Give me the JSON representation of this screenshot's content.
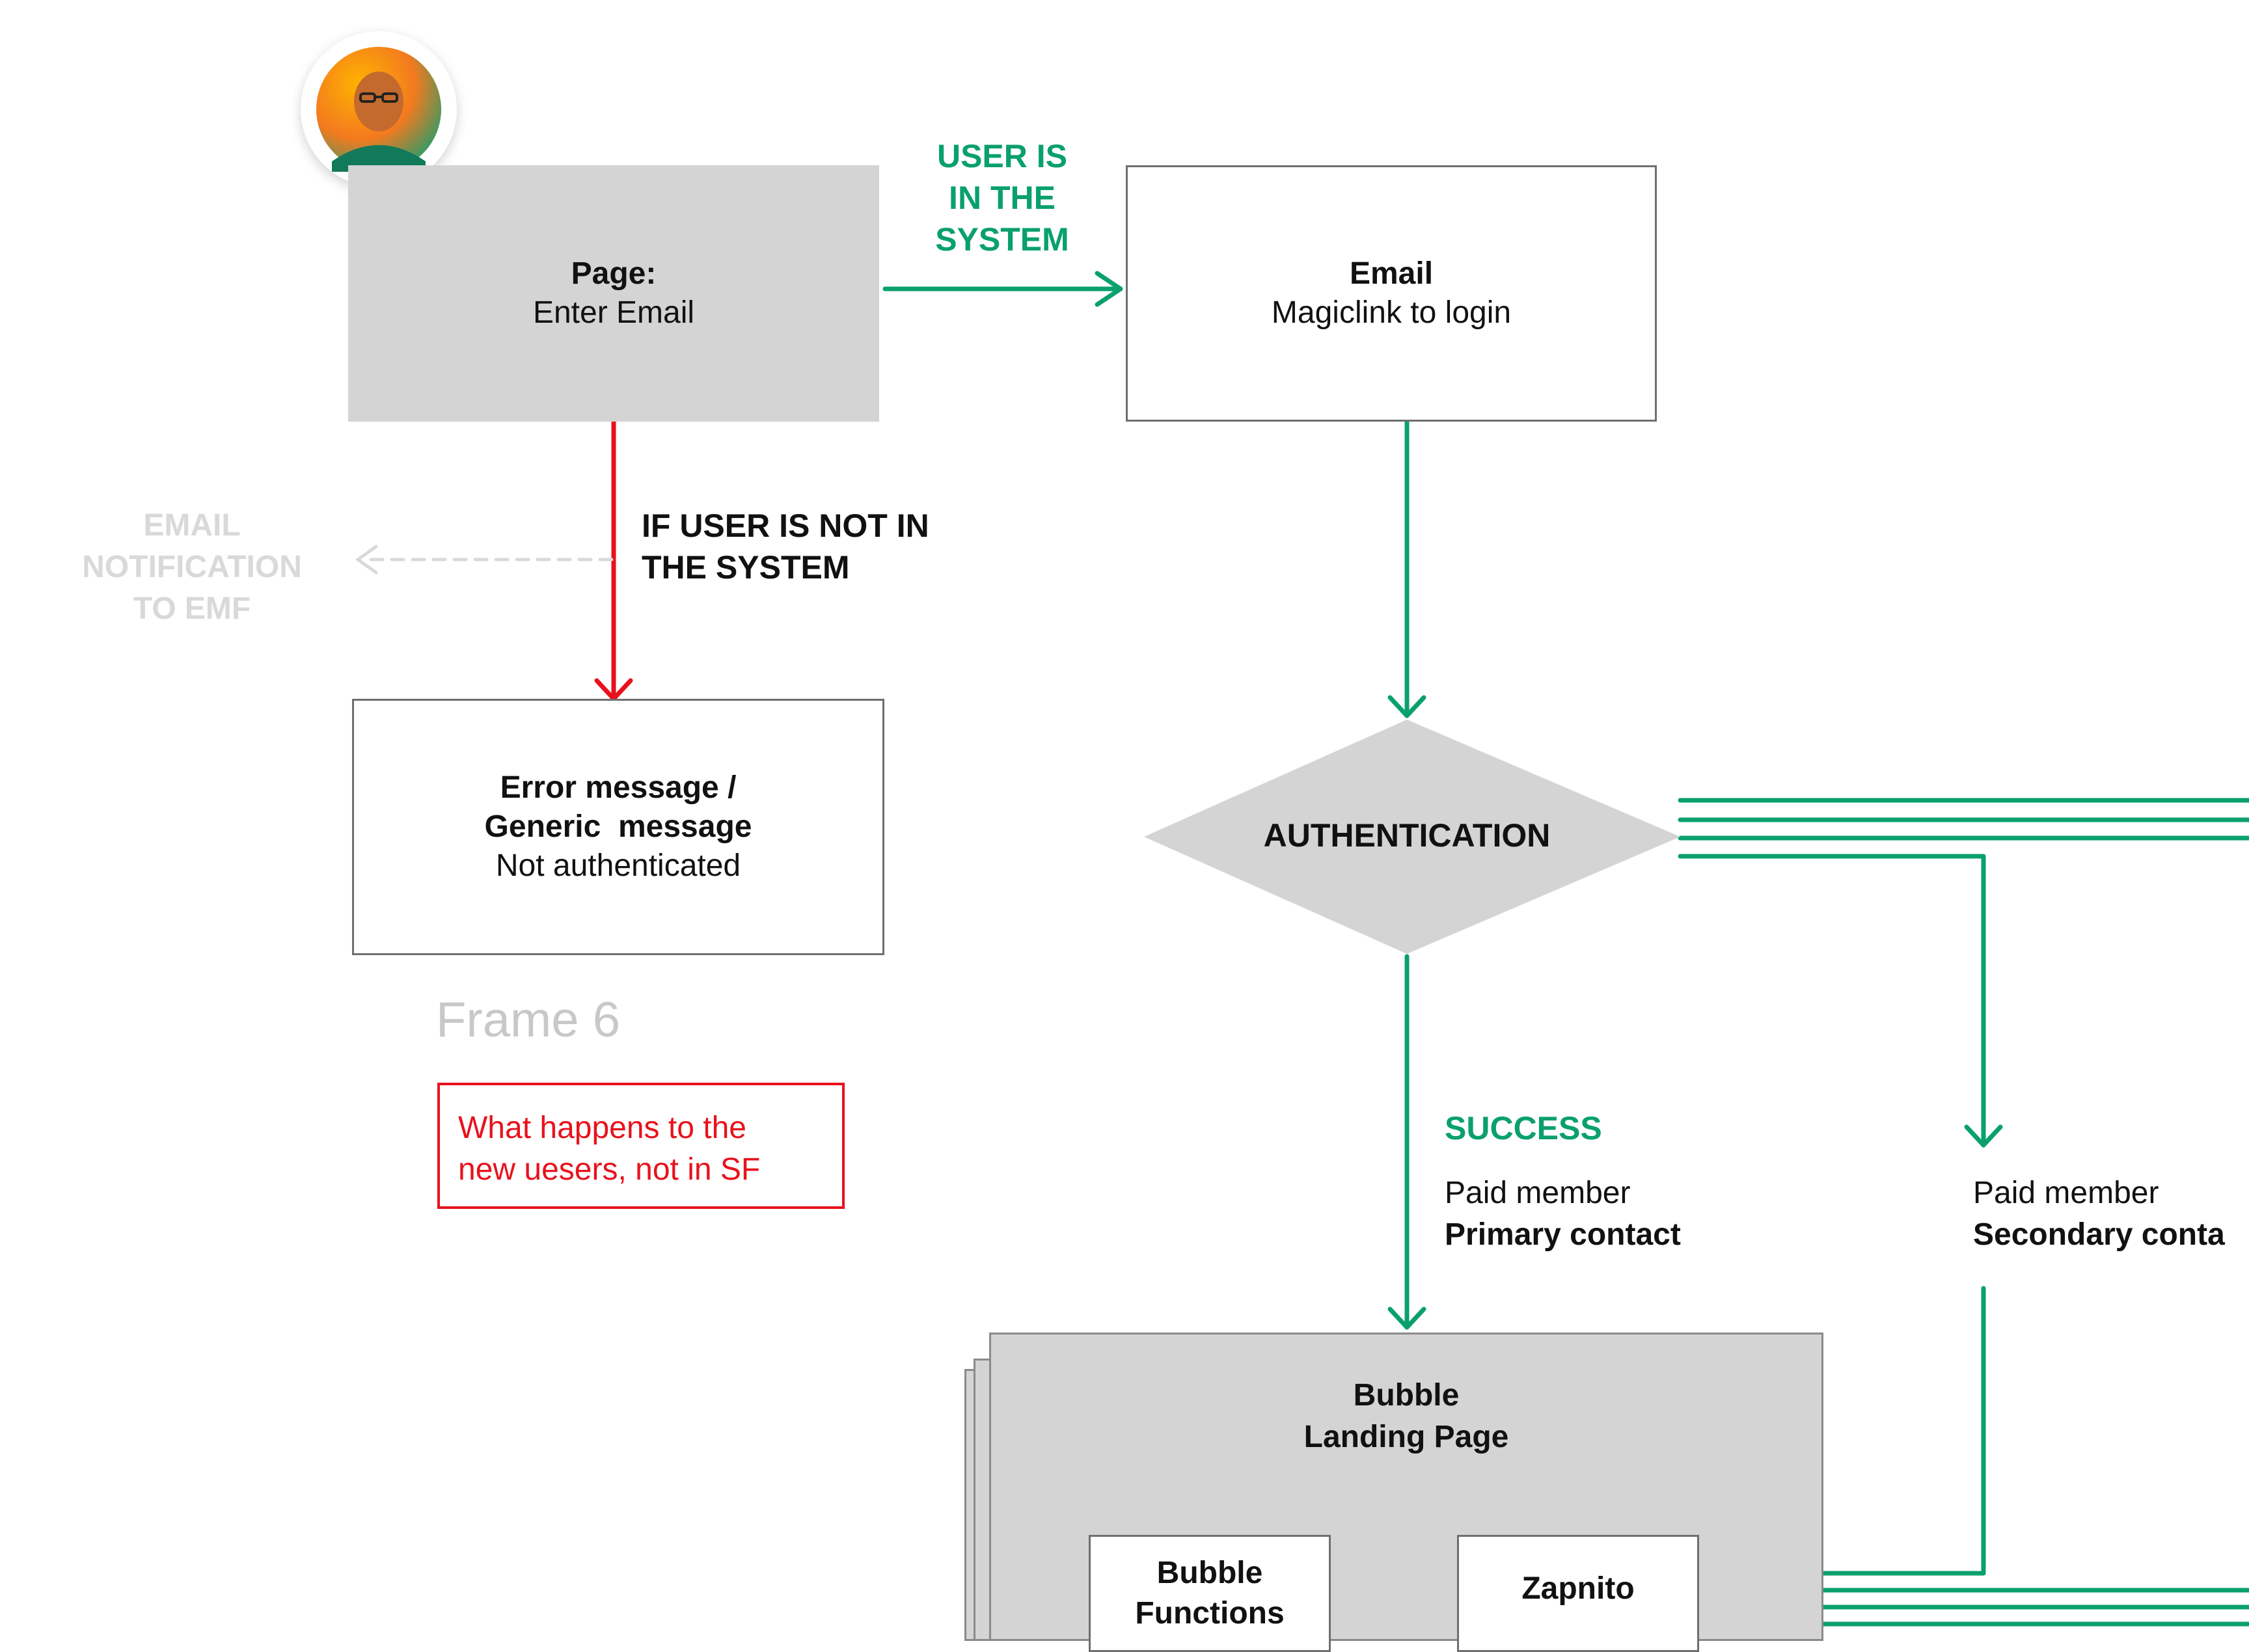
{
  "nodes": {
    "enter_email": {
      "title": "Page:",
      "subtitle": "Enter Email"
    },
    "email_magiclink": {
      "title": "Email",
      "subtitle": "Magiclink to login"
    },
    "error_message": {
      "title_line1": "Error message /",
      "title_line2": "Generic  message",
      "subtitle": "Not authenticated"
    },
    "authentication": {
      "label": "AUTHENTICATION"
    },
    "bubble_landing": {
      "title_line1": "Bubble",
      "title_line2": "Landing Page"
    },
    "bubble_functions": {
      "line1": "Bubble",
      "line2": "Functions"
    },
    "zapnito": {
      "label": "Zapnito"
    }
  },
  "edges": {
    "user_in_system": {
      "line1": "USER IS",
      "line2": "IN THE",
      "line3": "SYSTEM"
    },
    "user_not_in_system": {
      "line1": "IF USER IS NOT IN",
      "line2": "THE SYSTEM"
    },
    "email_notification": {
      "line1": "EMAIL",
      "line2": "NOTIFICATION",
      "line3": "TO EMF"
    },
    "success": {
      "label": "SUCCESS"
    }
  },
  "labels": {
    "primary": {
      "line1": "Paid member",
      "line2": "Primary contact"
    },
    "secondary": {
      "line1": "Paid member",
      "line2": "Secondary conta"
    }
  },
  "frame_label": "Frame 6",
  "note": {
    "line1": "What happens to the",
    "line2": "new uesers, not in SF"
  },
  "colors": {
    "success": "#0aa06e",
    "error": "#e8121c",
    "node_fill": "#d4d4d4",
    "muted": "#d9d9d9"
  }
}
